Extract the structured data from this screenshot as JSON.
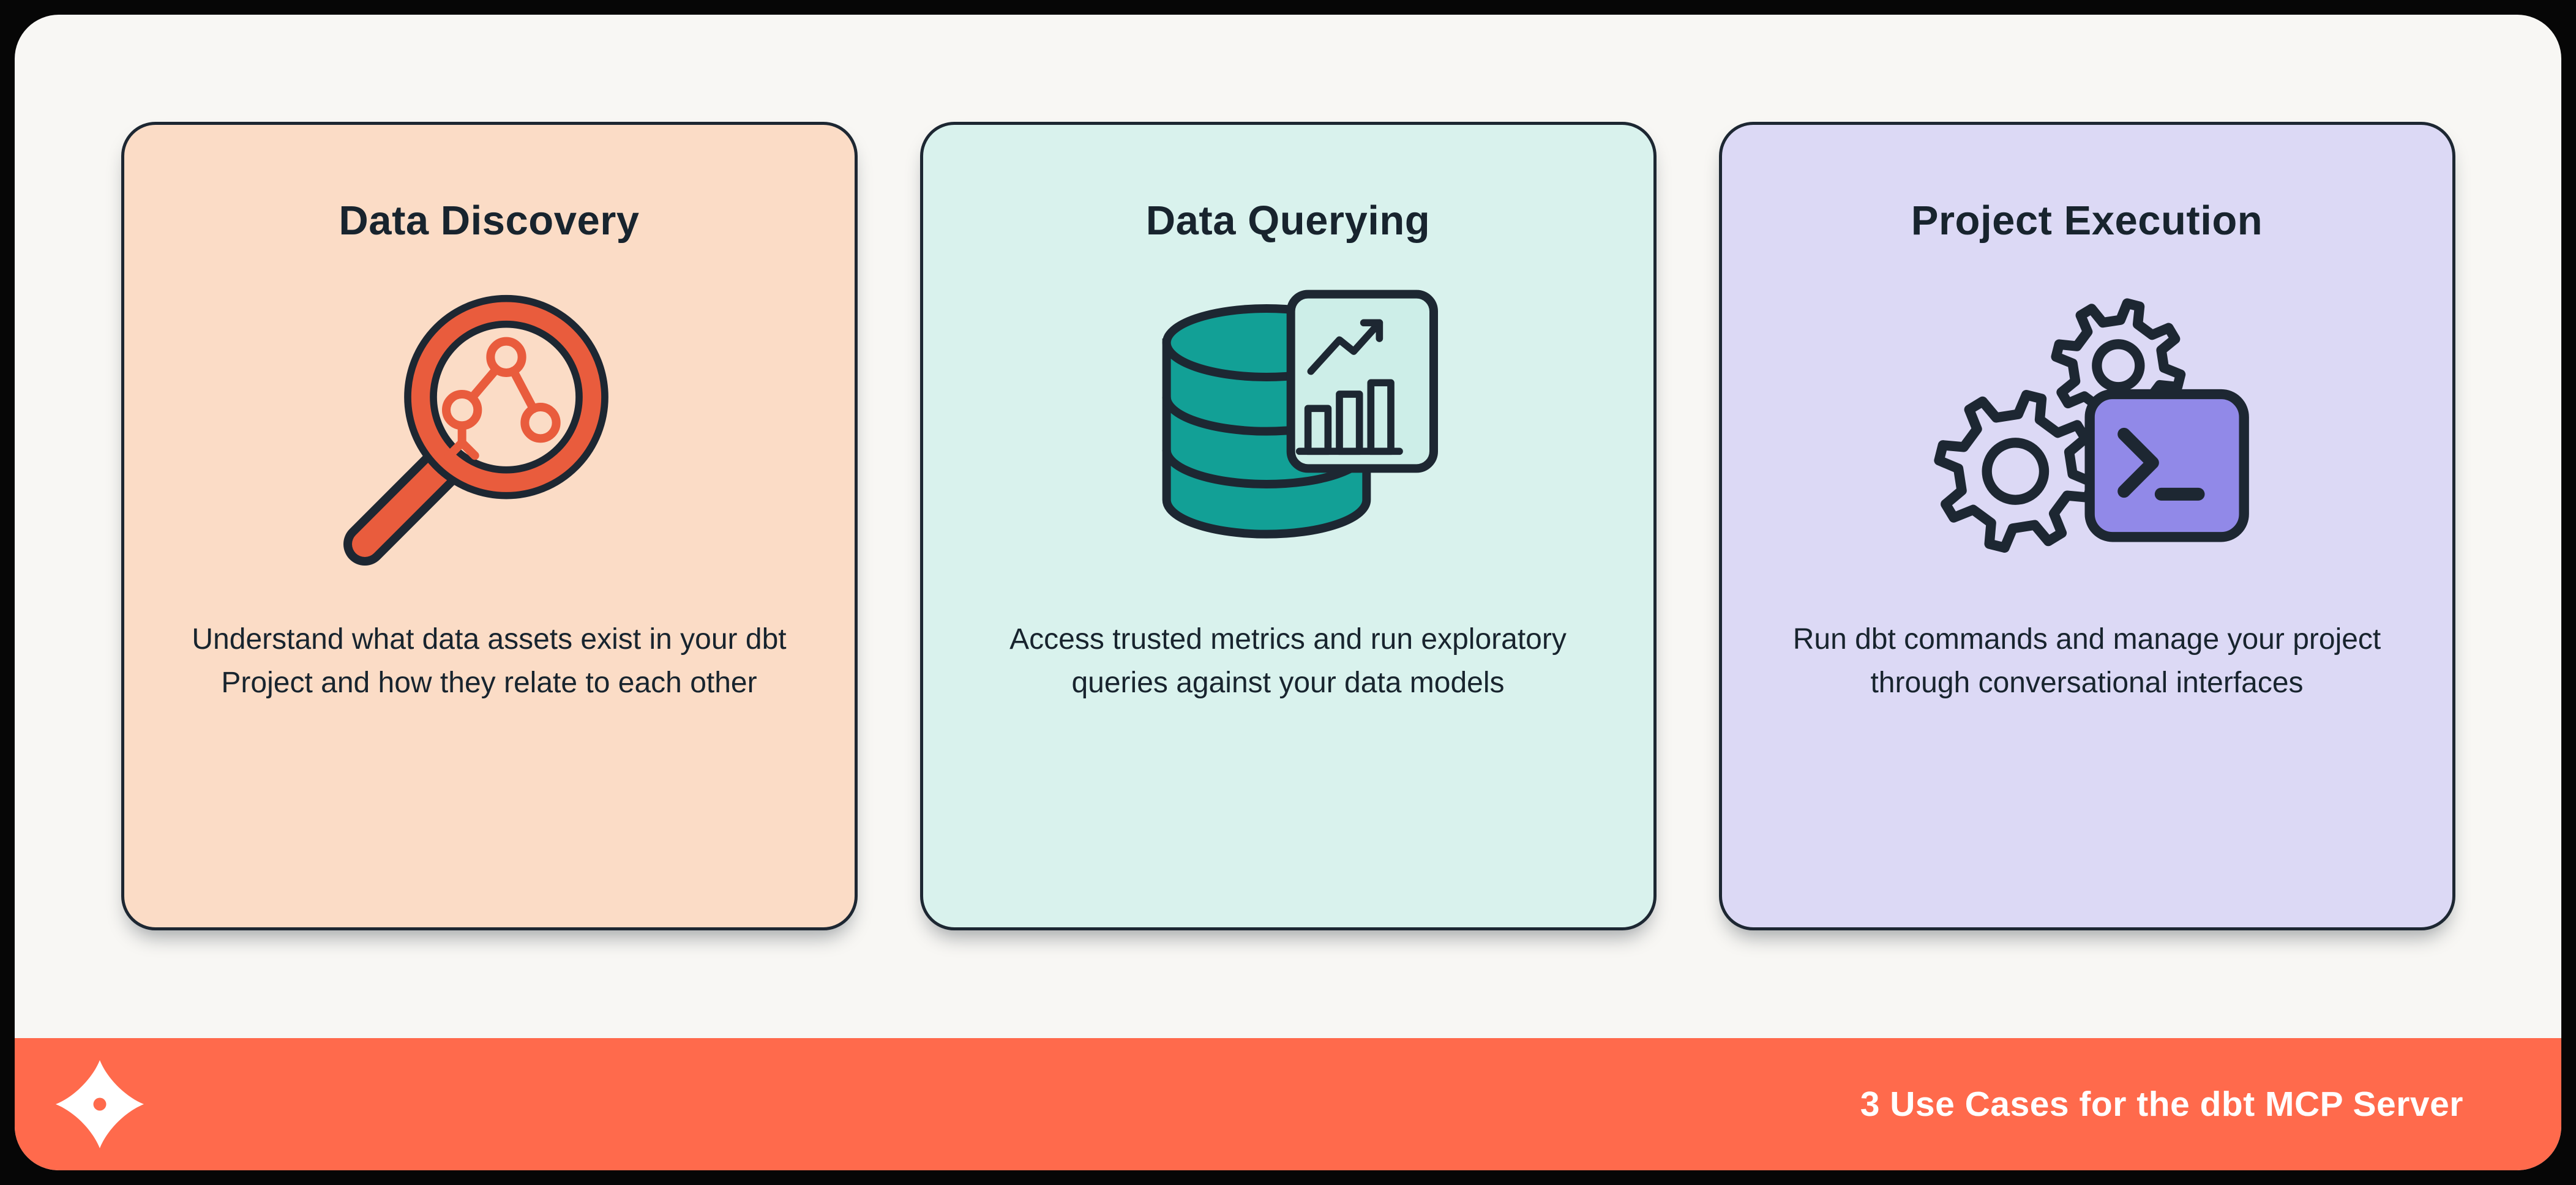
{
  "colors": {
    "outer-bg": "#060606",
    "frame-bg": "#f8f7f4",
    "dark": "#1d2732",
    "text": "#18242e",
    "orange": "#ff6a4c",
    "magnifier-orange": "#e95c3d",
    "card1-bg": "#fbdcc6",
    "card2-bg": "#d9f2ed",
    "card3-bg": "#dcd9f5",
    "teal": "#12a096",
    "chart-card-bg": "#cdeee8",
    "purple": "#9189e8",
    "footer-text": "#ffffff"
  },
  "cards": [
    {
      "title": "Data Discovery",
      "description": "Understand what data assets exist in your dbt Project and how they relate to each other",
      "icon": "magnifier-lineage-icon"
    },
    {
      "title": "Data Querying",
      "description": "Access trusted metrics and run exploratory queries against your data models",
      "icon": "database-chart-icon"
    },
    {
      "title": "Project Execution",
      "description": "Run dbt commands and manage your project through conversational interfaces",
      "icon": "gears-terminal-icon"
    }
  ],
  "footer": {
    "caption": "3 Use Cases for the dbt MCP Server",
    "logo": "dbt-logo"
  }
}
